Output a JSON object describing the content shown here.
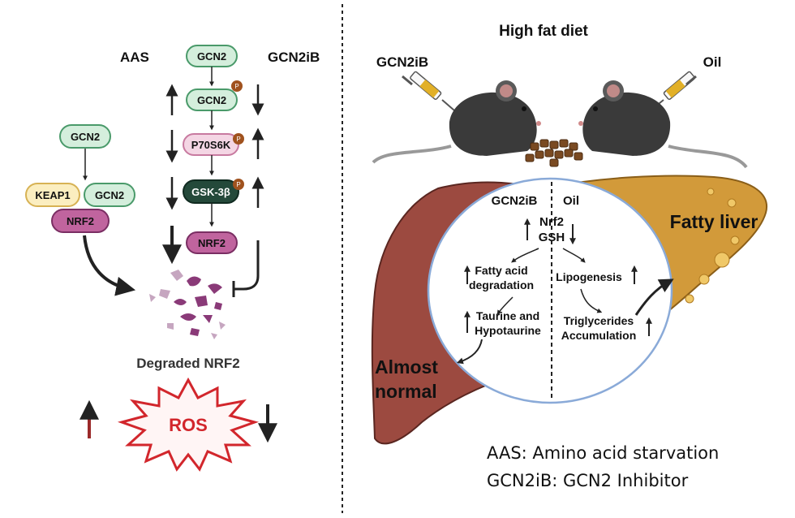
{
  "left_panel": {
    "aas_label": "AAS",
    "gcn2ib_label": "GCN2iB",
    "pathway": {
      "gcn2_top": "GCN2",
      "gcn2_p": "GCN2",
      "p70s6k": "P70S6K",
      "gsk3b": "GSK-3β",
      "nrf2": "NRF2",
      "phospho": "P"
    },
    "complex": {
      "gcn2_single": "GCN2",
      "keap1": "KEAP1",
      "gcn2_bound": "GCN2",
      "nrf2": "NRF2"
    },
    "degraded_label": "Degraded NRF2",
    "ros_label": "ROS"
  },
  "right_panel": {
    "title": "High fat diet",
    "left_injection": "GCN2iB",
    "right_injection": "Oil",
    "circle": {
      "gcn2ib": "GCN2iB",
      "oil": "Oil",
      "nrf2": "Nrf2",
      "gsh": "GSH",
      "fatty_acid_line1": "Fatty acid",
      "fatty_acid_line2": "degradation",
      "lipogenesis": "Lipogenesis",
      "taurine_line1": "Taurine and",
      "taurine_line2": "Hypotaurine",
      "trig_line1": "Triglycerides",
      "trig_line2": "Accumulation"
    },
    "almost_normal_line1": "Almost",
    "almost_normal_line2": "normal",
    "fatty_liver": "Fatty liver"
  },
  "legend": {
    "line1": "AAS:  Amino acid starvation",
    "line2": "GCN2iB: GCN2 Inhibitor"
  },
  "colors": {
    "gcn2_fill": "#d4eedc",
    "gcn2_stroke": "#4a9a6a",
    "keap1_fill": "#fbeec0",
    "nrf2_fill": "#c0649e",
    "p70_fill": "#f4d6e4",
    "gsk_fill": "#24493a",
    "phospho": "#a0521e",
    "ros_red": "#d2262c",
    "up_red": "#9b2a2a",
    "liver_normal": "#9c4a40",
    "liver_fatty": "#d29a3a",
    "circle_stroke": "#8aaad8"
  }
}
